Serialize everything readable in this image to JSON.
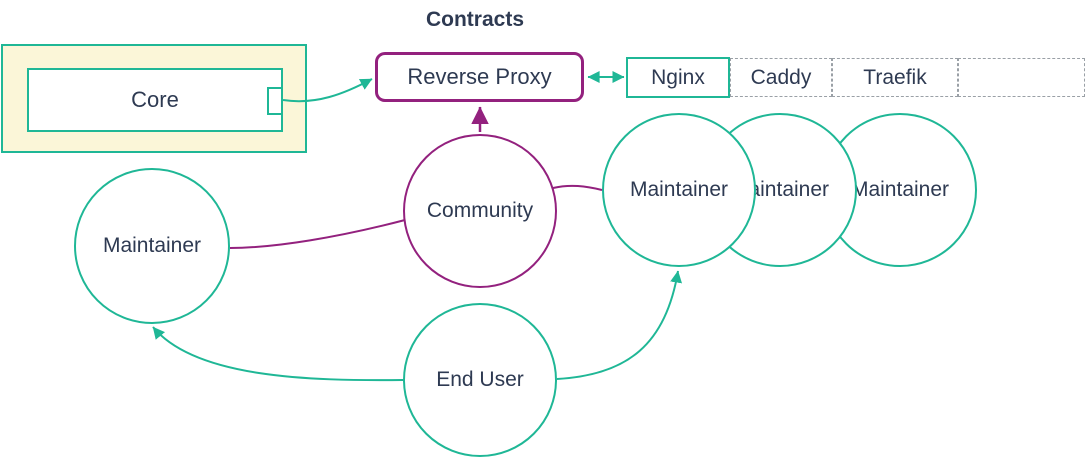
{
  "diagram": {
    "title": "Contracts",
    "nodes": {
      "core": "Core",
      "reverse_proxy": "Reverse Proxy",
      "proxy_options": [
        "Nginx",
        "Caddy",
        "Traefik",
        ""
      ],
      "community": "Community",
      "maintainer_left": "Maintainer",
      "maintainers_right": [
        "Maintainer",
        "Maintainer",
        "Maintainer"
      ],
      "end_user": "End User"
    },
    "edges": [
      {
        "from": "Core",
        "to": "Reverse Proxy",
        "style": "arrow",
        "color": "teal"
      },
      {
        "from": "Reverse Proxy",
        "to": "Nginx",
        "style": "double-arrow",
        "color": "teal"
      },
      {
        "from": "Community",
        "to": "Reverse Proxy",
        "style": "arrow",
        "color": "purple"
      },
      {
        "from": "Community",
        "to": "Maintainer (left)",
        "style": "line",
        "color": "purple"
      },
      {
        "from": "Community",
        "to": "Maintainer (right group)",
        "style": "line",
        "color": "purple"
      },
      {
        "from": "End User",
        "to": "Maintainer (left)",
        "style": "arrow",
        "color": "teal"
      },
      {
        "from": "End User",
        "to": "Maintainer (right group)",
        "style": "arrow",
        "color": "teal"
      }
    ],
    "colors": {
      "teal": "#1FB796",
      "purple": "#93217E",
      "text": "#2E3A52",
      "core_fill": "#FBF6D8",
      "dashed_border": "#9AA0A6",
      "background": "#FFFFFF"
    }
  }
}
